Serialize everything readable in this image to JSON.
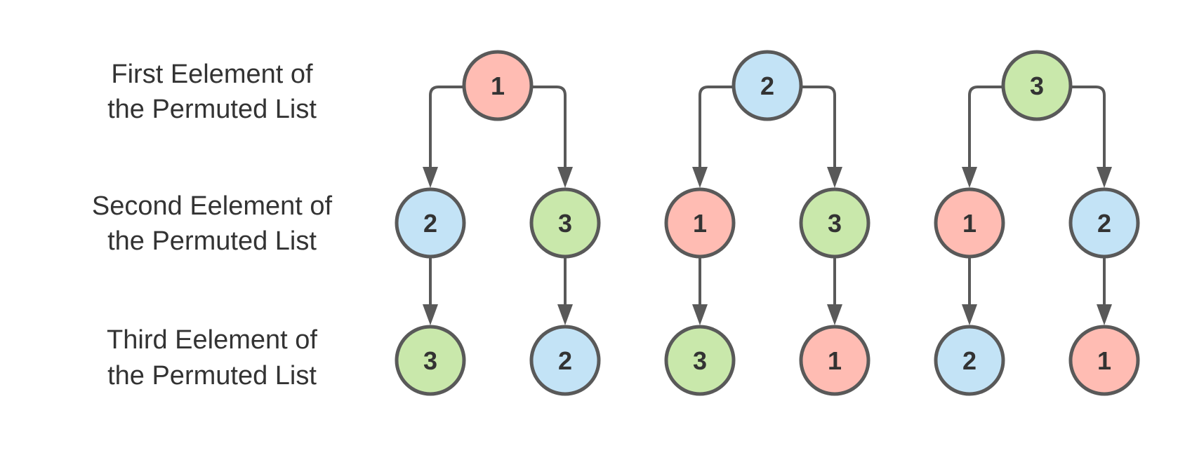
{
  "row_labels": [
    {
      "line1": "First Eelement of",
      "line2": "the Permuted List"
    },
    {
      "line1": "Second Eelement of",
      "line2": "the Permuted List"
    },
    {
      "line1": "Third Eelement of",
      "line2": "the Permuted List"
    }
  ],
  "colors": {
    "1": "#ffbcb3",
    "2": "#c3e3f6",
    "3": "#c9e8ab",
    "stroke": "#595959",
    "text": "#333333"
  },
  "trees": [
    {
      "root": "1",
      "children": [
        {
          "value": "2",
          "leaf": "3"
        },
        {
          "value": "3",
          "leaf": "2"
        }
      ]
    },
    {
      "root": "2",
      "children": [
        {
          "value": "1",
          "leaf": "3"
        },
        {
          "value": "3",
          "leaf": "1"
        }
      ]
    },
    {
      "root": "3",
      "children": [
        {
          "value": "1",
          "leaf": "2"
        },
        {
          "value": "2",
          "leaf": "1"
        }
      ]
    }
  ]
}
